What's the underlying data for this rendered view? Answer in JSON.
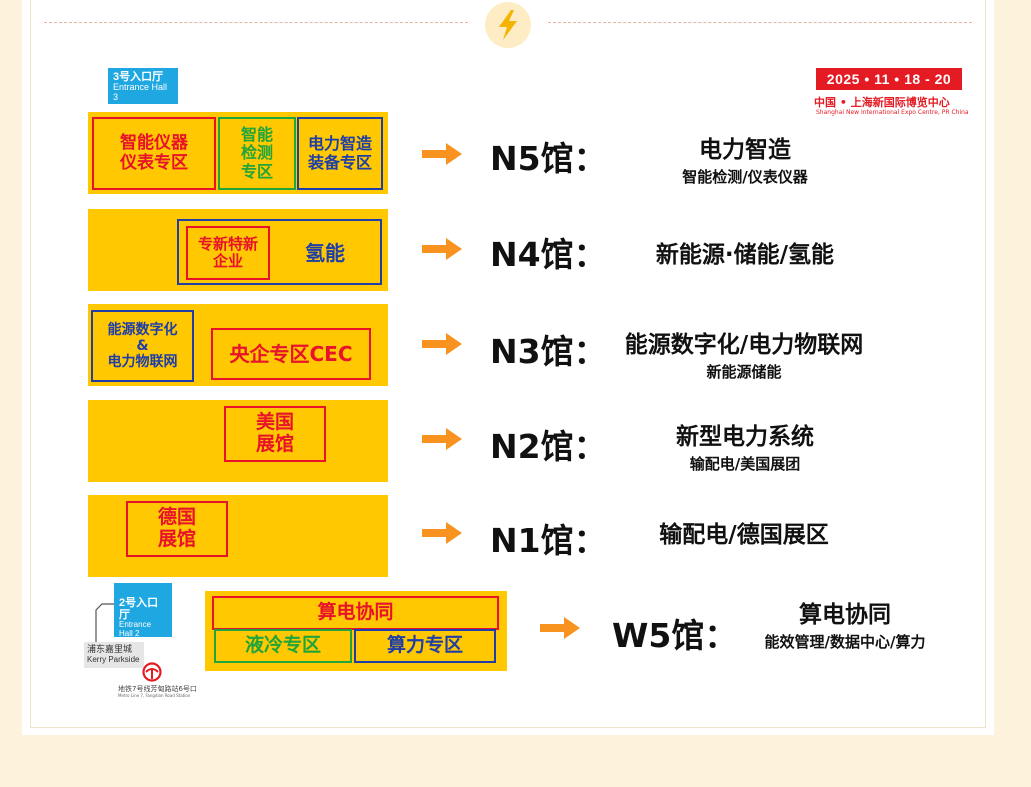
{
  "header": {
    "icon": "lightning-bolt-icon"
  },
  "event": {
    "dates": "2025 • 11 • 18 - 20",
    "venue_zh": "中国 • 上海新国际博览中心",
    "venue_en": "Shanghai New International Expo Centre, PR China"
  },
  "entrances": {
    "hall3_zh": "3号入口厅",
    "hall3_en": "Entrance Hall 3",
    "hall2_zh": "2号入口厅",
    "hall2_en": "Entrance Hall 2",
    "kerry_zh": "浦东嘉里城",
    "kerry_en": "Kerry Parkside",
    "metro_zh": "地铁7号线芳甸路站6号口",
    "metro_en": "Metro Line 7, Fangdian Road Station"
  },
  "halls": [
    {
      "name": "N5馆：",
      "main": "电力智造",
      "sub": "智能检测/仪表仪器",
      "zones": [
        "智能仪器\n仪表专区",
        "智能\n检测\n专区",
        "电力智造\n装备专区"
      ]
    },
    {
      "name": "N4馆：",
      "main": "新能源·储能/氢能",
      "sub": "",
      "zones": [
        "专新特新\n企业",
        "氢能"
      ]
    },
    {
      "name": "N3馆：",
      "main": "能源数字化/电力物联网",
      "sub": "新能源储能",
      "zones": [
        "能源数字化\n&\n电力物联网",
        "央企专区CEC"
      ]
    },
    {
      "name": "N2馆：",
      "main": "新型电力系统",
      "sub": "输配电/美国展团",
      "zones": [
        "美国\n展馆"
      ]
    },
    {
      "name": "N1馆：",
      "main": "输配电/德国展区",
      "sub": "",
      "zones": [
        "德国\n展馆"
      ]
    },
    {
      "name": "W5馆：",
      "main": "算电协同",
      "sub": "能效管理/数据中心/算力",
      "zones": [
        "算电协同",
        "液冷专区",
        "算力专区"
      ]
    }
  ],
  "colors": {
    "block": "#ffc800",
    "red": "#e8122a",
    "blue": "#1f3ea7",
    "green": "#21a53a",
    "arrow": "#f7931e",
    "tag": "#1ea7e1"
  }
}
